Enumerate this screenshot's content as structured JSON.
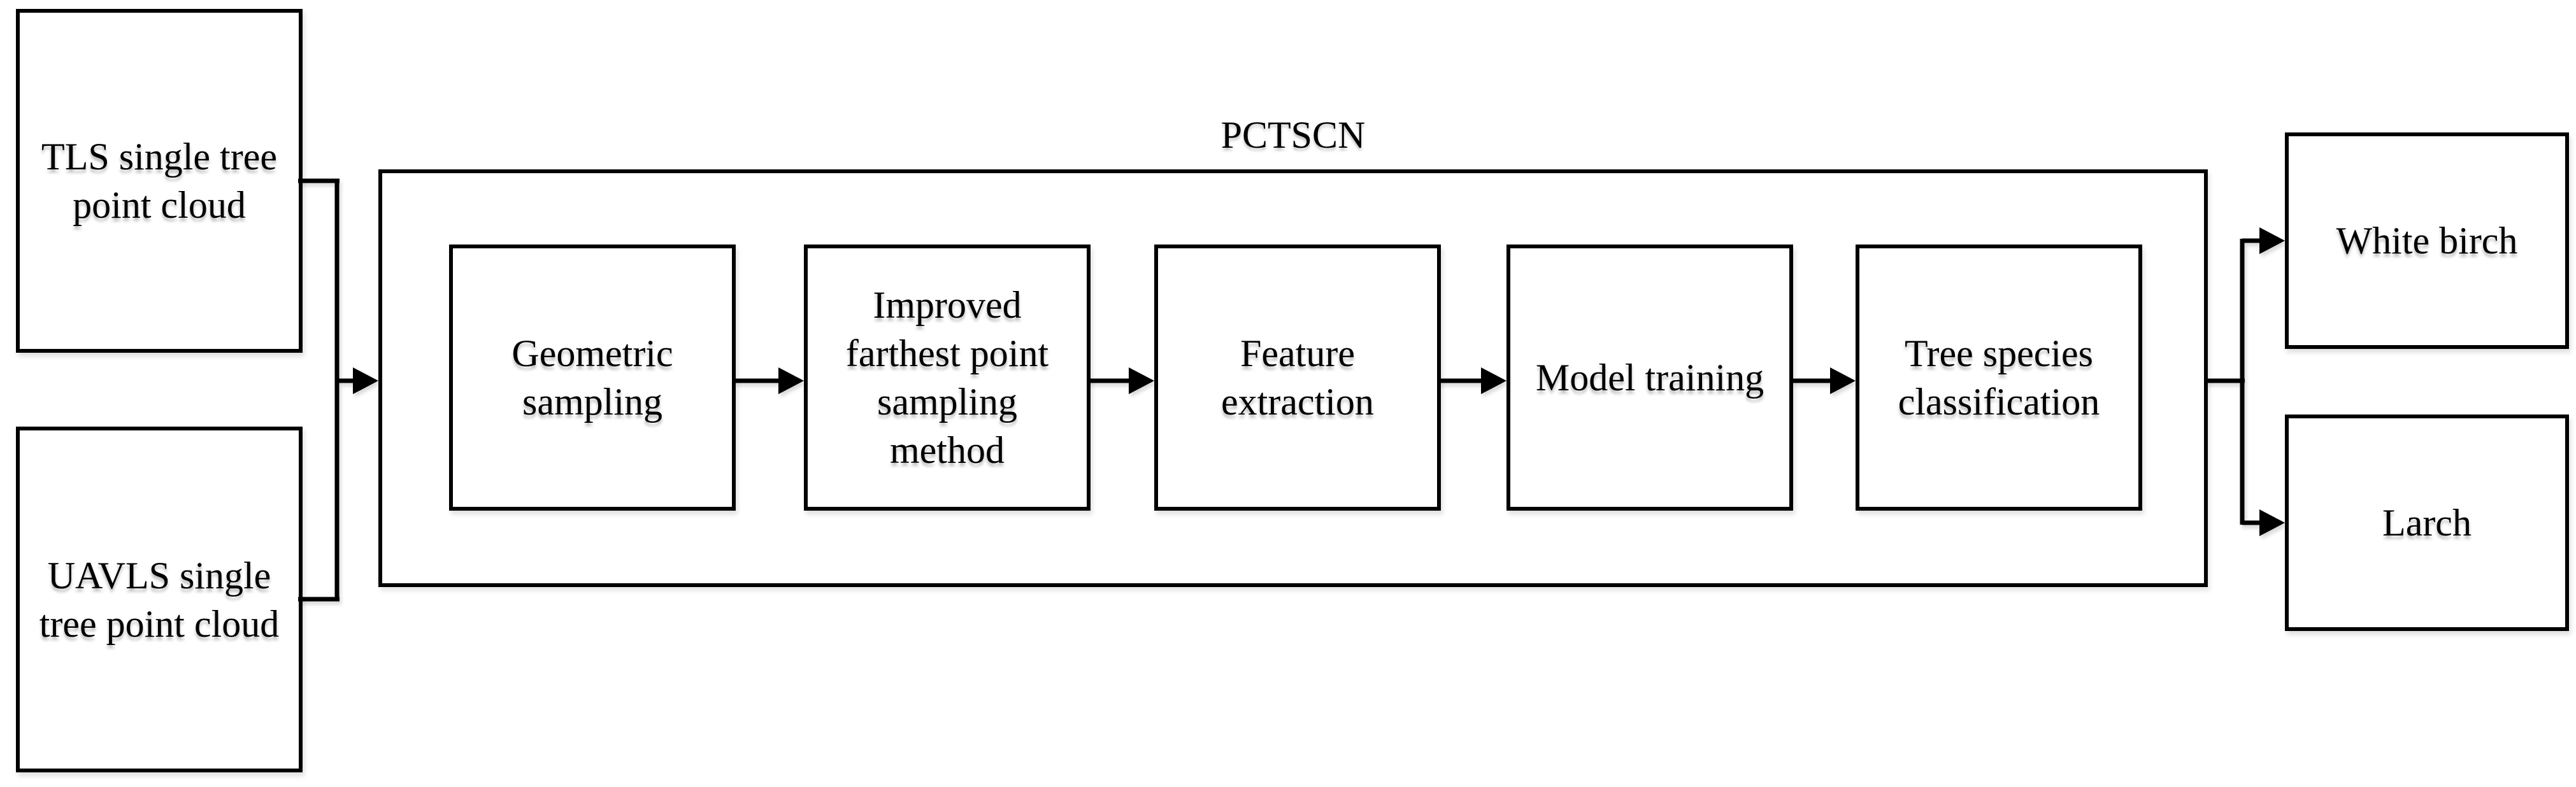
{
  "figure": {
    "background": "#ffffff",
    "line_color": "#000000",
    "text_color": "#000000",
    "inputs": [
      {
        "label": "TLS single tree\npoint cloud"
      },
      {
        "label": "UAVLS single\ntree point cloud"
      }
    ],
    "process": {
      "label": "PCTSCN",
      "stages": [
        {
          "label": "Geometric\nsampling"
        },
        {
          "label": "Improved\nfarthest point\nsampling\nmethod"
        },
        {
          "label": "Feature\nextraction"
        },
        {
          "label": "Model training"
        },
        {
          "label": "Tree species\nclassification"
        }
      ]
    },
    "outputs": [
      {
        "label": "White birch"
      },
      {
        "label": "Larch"
      }
    ]
  }
}
